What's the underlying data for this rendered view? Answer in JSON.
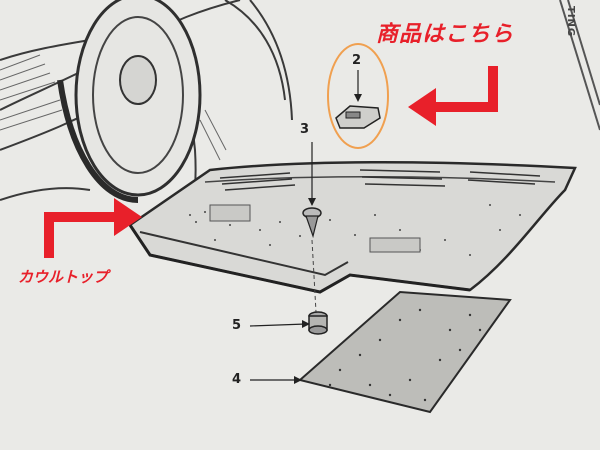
{
  "labels": {
    "product_here": "商品はこちら",
    "cowl_top": "カウルトップ"
  },
  "part_numbers": {
    "clip": "2",
    "screw": "3",
    "grommet": "5",
    "mat": "4"
  },
  "corner_text": "TING",
  "colors": {
    "annotation_red": "#e8202a",
    "highlight_circle": "#f0a050",
    "paper": "#ebebe8",
    "ink": "#2a2a2a"
  }
}
